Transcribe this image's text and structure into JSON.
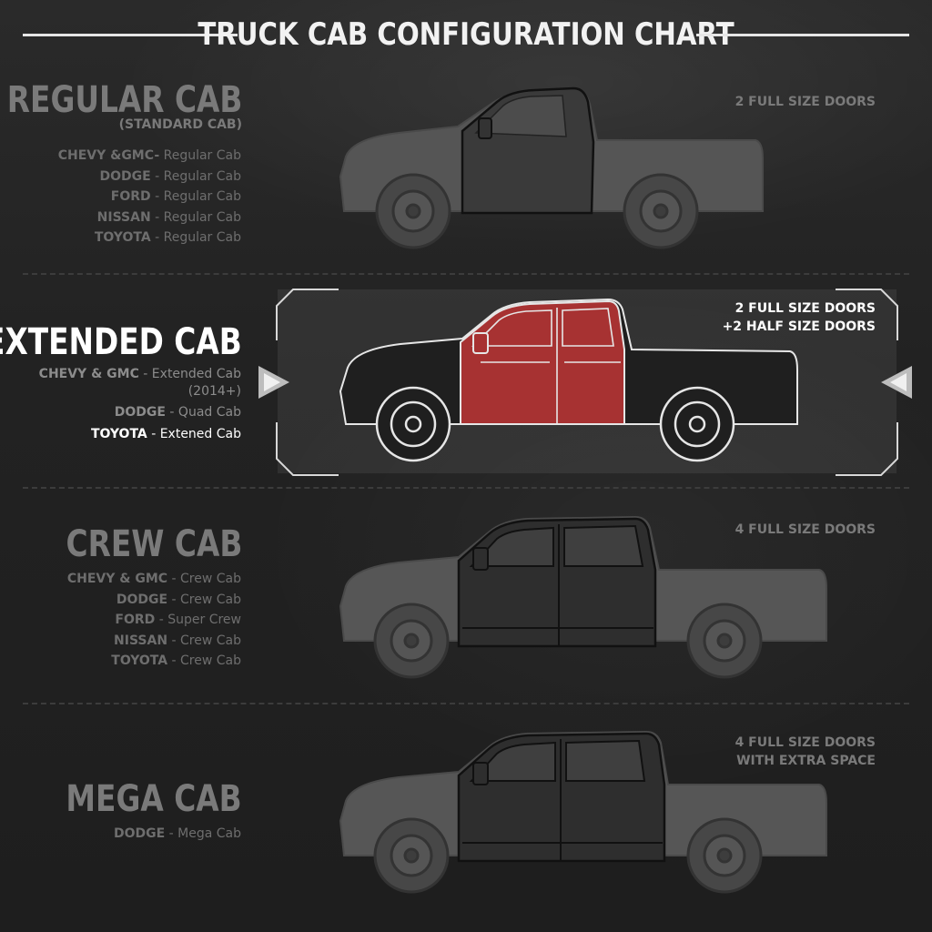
{
  "header": {
    "title": "TRUCK CAB CONFIGURATION CHART"
  },
  "colors": {
    "highlight": "#a73232",
    "active_text": "#ffffff",
    "inactive_text": "#7a7a7a"
  },
  "sections": [
    {
      "title": "REGULAR CAB",
      "subtitle": "(STANDARD CAB)",
      "doors": [
        "2 FULL SIZE DOORS"
      ],
      "makes": [
        {
          "brand": "CHEVY &GMC-",
          "model": " Regular Cab"
        },
        {
          "brand": "DODGE",
          "model": " - Regular Cab"
        },
        {
          "brand": "FORD",
          "model": " - Regular Cab"
        },
        {
          "brand": "NISSAN",
          "model": " - Regular Cab"
        },
        {
          "brand": "TOYOTA",
          "model": " - Regular Cab"
        }
      ]
    },
    {
      "title": "EXTENDED CAB",
      "doors": [
        "2 FULL SIZE DOORS",
        "+2 HALF SIZE DOORS"
      ],
      "makes": [
        {
          "brand": "CHEVY & GMC",
          "model": " - Extended Cab"
        },
        {
          "brand": "",
          "model": "(2014+)"
        },
        {
          "brand": "DODGE",
          "model": " - Quad Cab"
        },
        {
          "brand": "TOYOTA",
          "model": " - Extened Cab"
        }
      ]
    },
    {
      "title": "CREW CAB",
      "doors": [
        "4 FULL SIZE DOORS"
      ],
      "makes": [
        {
          "brand": "CHEVY & GMC",
          "model": " - Crew Cab"
        },
        {
          "brand": "DODGE",
          "model": " - Crew Cab"
        },
        {
          "brand": "FORD",
          "model": " - Super Crew"
        },
        {
          "brand": "NISSAN",
          "model": " - Crew Cab"
        },
        {
          "brand": "TOYOTA",
          "model": " - Crew Cab"
        }
      ]
    },
    {
      "title": "MEGA CAB",
      "doors": [
        "4 FULL SIZE DOORS",
        "WITH EXTRA SPACE"
      ],
      "makes": [
        {
          "brand": "DODGE",
          "model": " - Mega Cab"
        }
      ]
    }
  ]
}
